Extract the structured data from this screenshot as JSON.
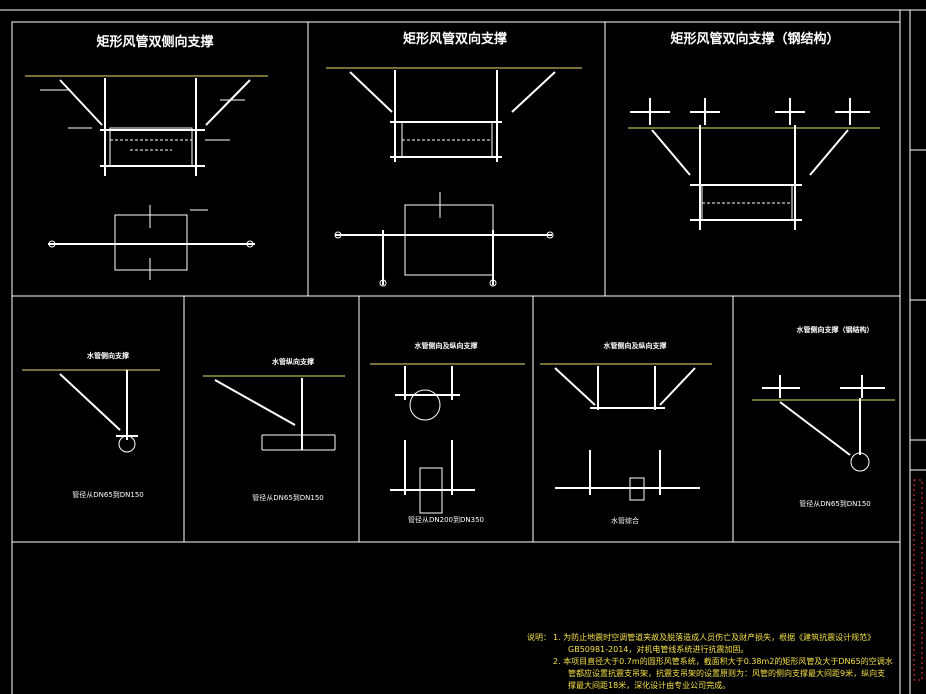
{
  "panels_top": [
    {
      "title": "矩形风管双侧向支撑"
    },
    {
      "title": "矩形风管双向支撑"
    },
    {
      "title": "矩形风管双向支撑（钢结构）"
    }
  ],
  "panels_bottom": [
    {
      "title": "水管侧向支撑",
      "caption": "管径从DN65到DN150"
    },
    {
      "title": "水管纵向支撑",
      "caption": "管径从DN65到DN150"
    },
    {
      "title": "水管侧向及纵向支撑",
      "caption": "管径从DN200到DN350"
    },
    {
      "title": "水管侧向及纵向支撑",
      "caption": "水管综合"
    },
    {
      "title": "水管侧向支撑（钢结构）",
      "caption": "管径从DN65到DN150"
    }
  ],
  "notes": {
    "label": "说明：",
    "line1": "1.  为防止地震时空调管道夹故及脱落造成人员伤亡及财产损失，根据《建筑抗震设计规范》",
    "line2": "GB50981-2014，对机电管线系统进行抗震加固。",
    "line3": "2.  本项目直径大于0.7m的圆形风管系统，截面积大于0.38m2的矩形风管及大于DN65的空调水",
    "line4": "管都应设置抗震支吊架，抗震支吊架的设置原则为：风管的侧向支撑最大间距9米，纵向支",
    "line5": "撑最大间距18米，深化设计由专业公司完成。"
  }
}
